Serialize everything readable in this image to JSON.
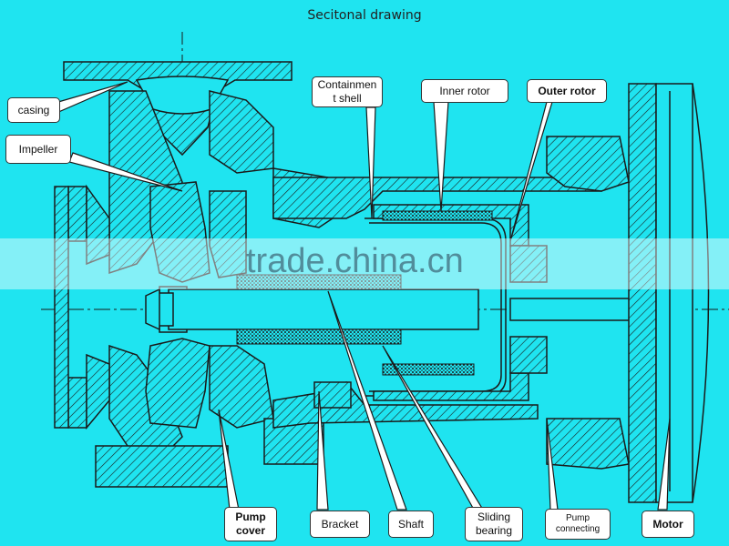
{
  "title": "Secitonal drawing",
  "watermark": "trade.china.cn",
  "colors": {
    "background": "#1fe4f0",
    "line": "#1a1a1a",
    "label_bg": "#ffffff"
  },
  "labels": {
    "casing": "casing",
    "impeller": "Impeller",
    "containment_shell": "Containmen\nt shell",
    "inner_rotor": "Inner rotor",
    "outer_rotor": "Outer rotor",
    "pump_cover": "Pump\ncover",
    "bracket": "Bracket",
    "shaft": "Shaft",
    "sliding_bearing": "Sliding\nbearing",
    "pump_connecting": "Pump\nconnecting",
    "motor": "Motor"
  }
}
